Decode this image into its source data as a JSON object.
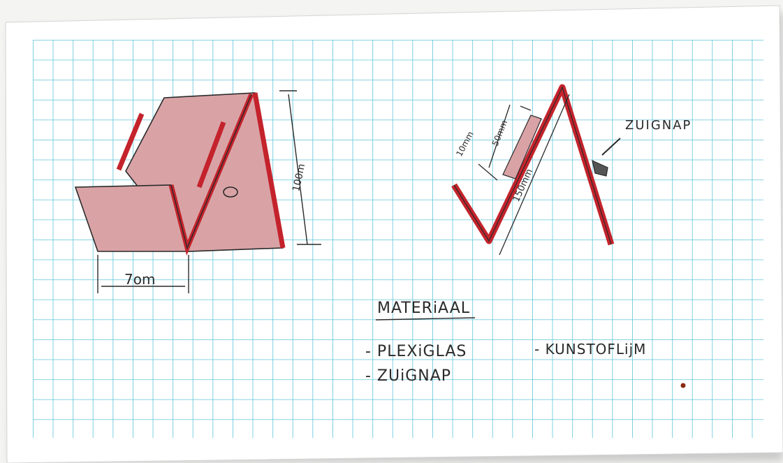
{
  "scene": {
    "kind": "photo of a hand-drawn sketch on graph paper",
    "colors": {
      "background": "#f4f4f2",
      "paper": "#ffffff",
      "grid": "#5fc4d8",
      "pencil": "#2a2a2a",
      "red_edge": "#c4232c",
      "red_fill": "#d9a3a6"
    }
  },
  "sketch_left": {
    "dimension_width": "7om",
    "dimension_height": "100m"
  },
  "sketch_right": {
    "label_suction_cup": "ZUIGNAP",
    "dimension_a": "10mm",
    "dimension_b": "50mm",
    "dimension_c": "150mm"
  },
  "materials": {
    "heading": "MATERiAAL",
    "item_1": "- PLEXiGLAS",
    "item_2": "- ZUiGNAP",
    "item_3": "- KUNSTOFLijM"
  }
}
